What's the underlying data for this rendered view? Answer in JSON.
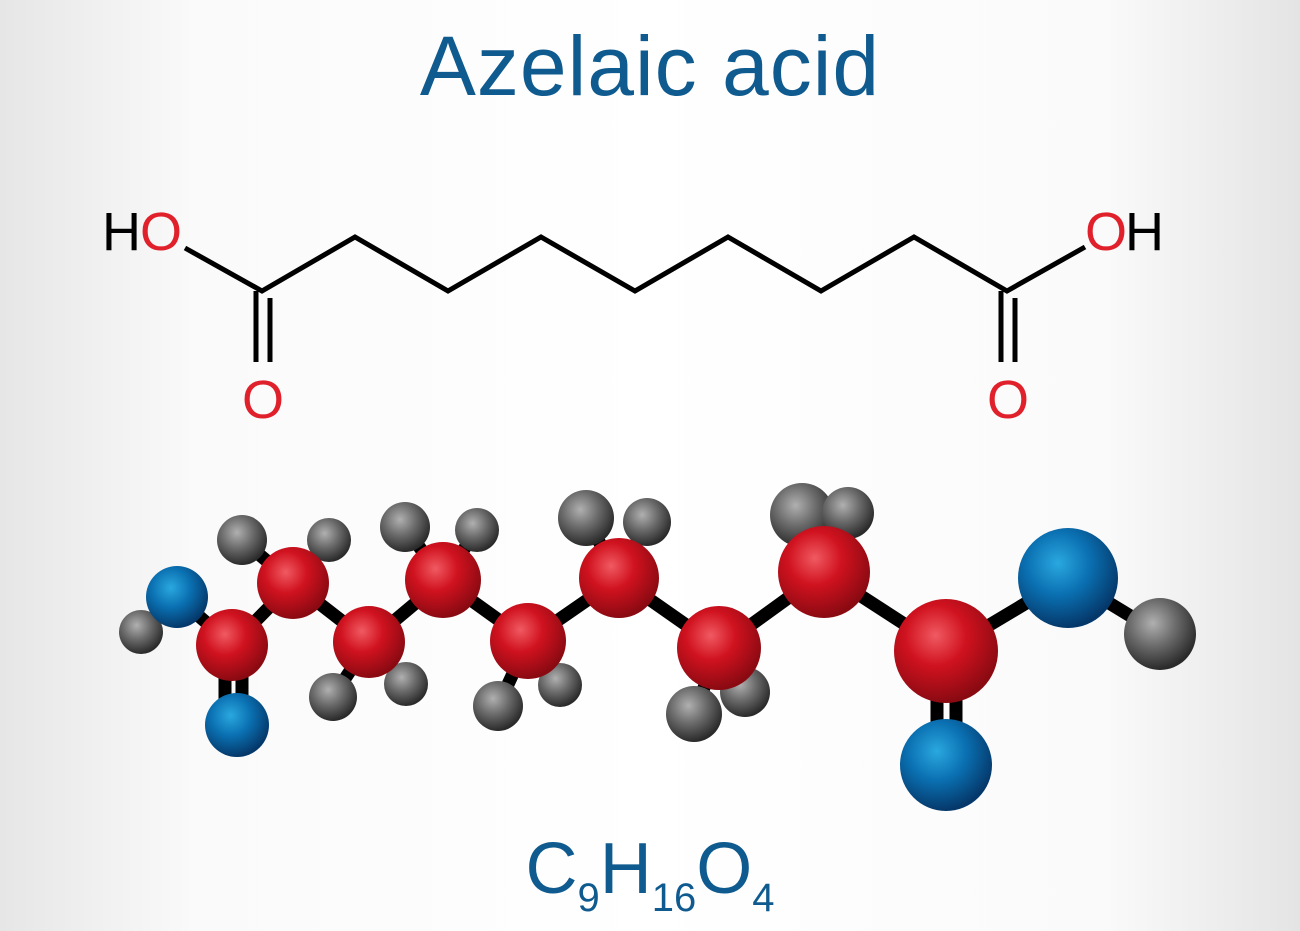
{
  "title": "Azelaic acid",
  "skeletal": {
    "left_o": "O",
    "left_h": "H",
    "right_o": "O",
    "right_h": "H",
    "carbonyl_o": "O"
  },
  "formula": {
    "c": "C",
    "c_count": "9",
    "h": "H",
    "h_count": "16",
    "o": "O",
    "o_count": "4"
  },
  "colors": {
    "title": "#0f5a8e",
    "oxygen_label": "#e0202a",
    "carbon_ball": "#c8101e",
    "oxygen_ball": "#0a6fb0",
    "hydrogen_ball": "#6a6a6a"
  }
}
